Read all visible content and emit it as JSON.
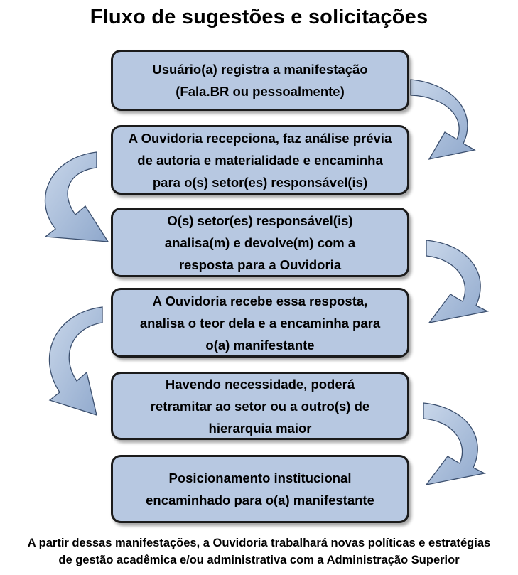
{
  "title": "Fluxo de sugestões e solicitações",
  "steps": [
    {
      "text": "Usuário(a) registra a manifestação\n(Fala.BR ou pessoalmente)"
    },
    {
      "text": "A Ouvidoria recepciona, faz análise prévia\nde autoria e materialidade e encaminha\npara o(s) setor(es) responsável(is)"
    },
    {
      "text": "O(s) setor(es) responsável(is)\nanalisa(m) e devolve(m) com a\nresposta para a Ouvidoria"
    },
    {
      "text": "A Ouvidoria recebe essa resposta,\nanalisa o teor dela e a encaminha para\no(a) manifestante"
    },
    {
      "text": "Havendo necessidade, poderá\nretramitar ao setor ou a outro(s) de\nhierarquia maior"
    },
    {
      "text": "Posicionamento institucional\nencaminhado para o(a) manifestante"
    }
  ],
  "footer": "A partir dessas manifestações, a Ouvidoria trabalhará novas políticas e estratégias\nde gestão acadêmica e/ou administrativa com a Administração Superior",
  "colors": {
    "box_fill": "#b7c8e1",
    "box_border": "#1b1b1b",
    "arrow_fill": "#a9bedc",
    "arrow_stroke": "#3b4f6e"
  }
}
